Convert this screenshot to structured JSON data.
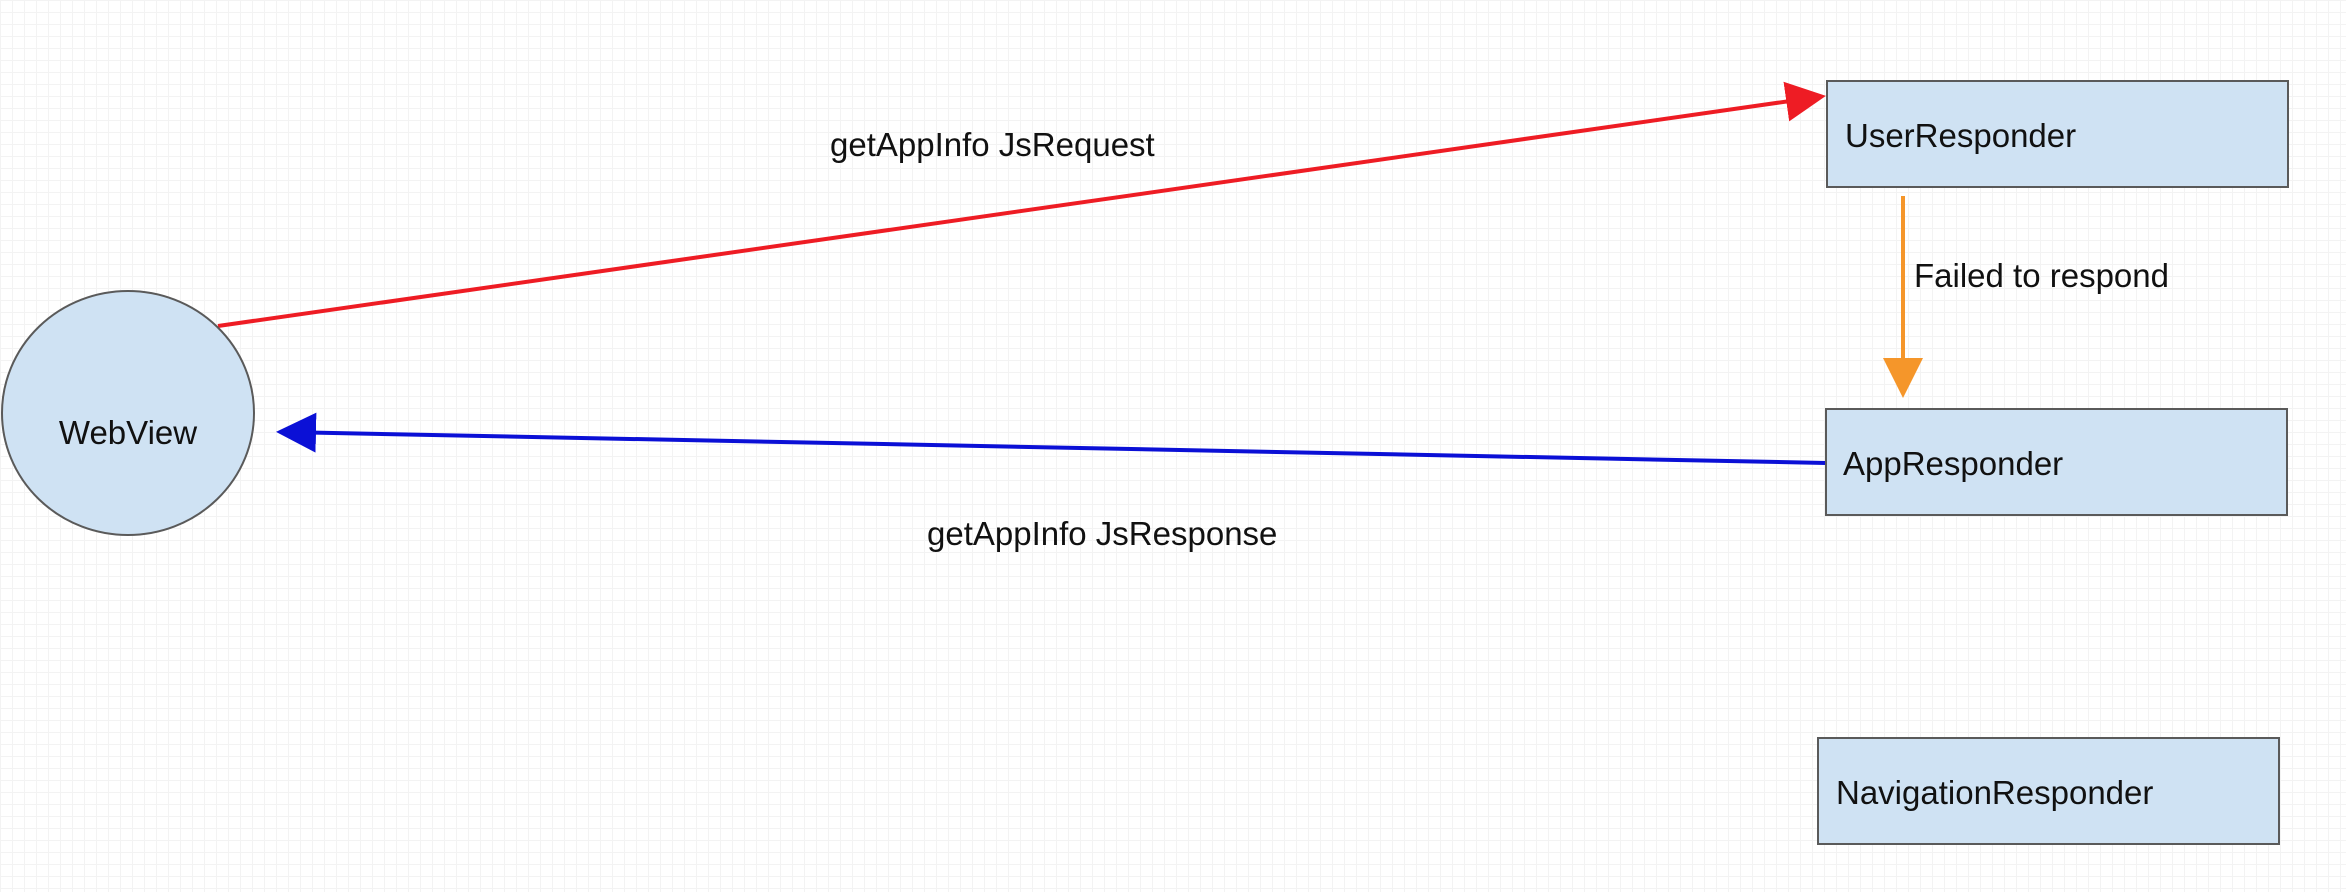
{
  "nodes": {
    "webview": {
      "label": "WebView"
    },
    "user_responder": {
      "label": "UserResponder"
    },
    "app_responder": {
      "label": "AppResponder"
    },
    "navigation_responder": {
      "label": "NavigationResponder"
    }
  },
  "edges": {
    "request": {
      "label": "getAppInfo JsRequest",
      "color": "#ee1c24"
    },
    "fallback": {
      "label": "Failed to respond",
      "color": "#f5962a"
    },
    "response": {
      "label": "getAppInfo JsResponse",
      "color": "#0b10d6"
    }
  },
  "colors": {
    "node_fill": "#cfe2f3",
    "node_stroke": "#5a5a5a"
  }
}
